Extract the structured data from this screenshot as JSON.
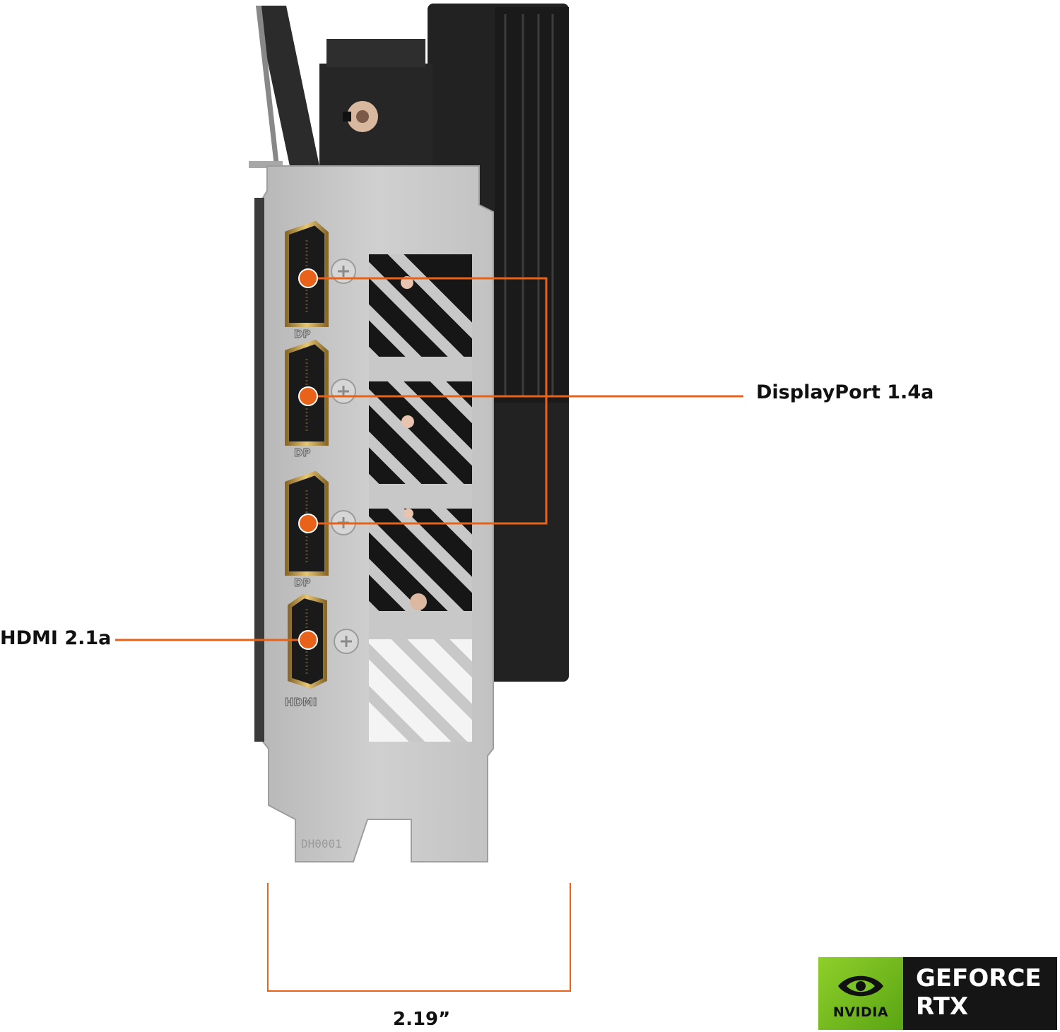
{
  "callouts": {
    "displayport": "DisplayPort 1.4a",
    "hdmi": "HDMI 2.1a"
  },
  "port_marks": {
    "dp1": "DP",
    "dp2": "DP",
    "dp3": "DP",
    "hdmi": "HDMI"
  },
  "bracket_code": "DH0001",
  "dimension": {
    "width": "2.19”"
  },
  "badge": {
    "brand": "NVIDIA",
    "line1": "GEFORCE",
    "line2": "RTX"
  },
  "colors": {
    "callout": "#e8621a",
    "bracket": "#c8c8c8",
    "cooler": "#1f1f1f",
    "nvidia_green": "#76b900"
  }
}
